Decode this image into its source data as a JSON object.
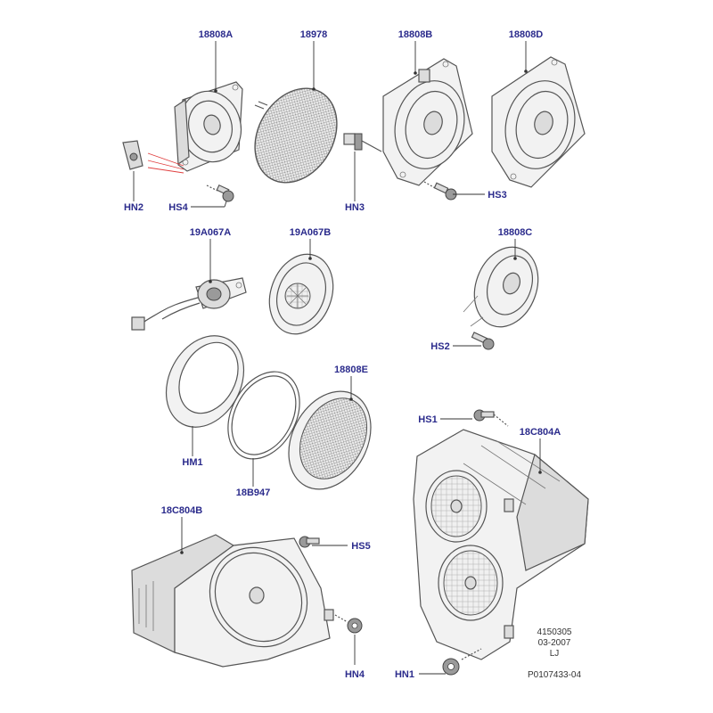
{
  "labels": {
    "p18808A": "18808A",
    "p18978": "18978",
    "p18808B": "18808B",
    "p18808D": "18808D",
    "HN2": "HN2",
    "HS4": "HS4",
    "HN3": "HN3",
    "HS3": "HS3",
    "p19A067A": "19A067A",
    "p19A067B": "19A067B",
    "p18808C": "18808C",
    "HS2": "HS2",
    "HM1": "HM1",
    "p18B947": "18B947",
    "p18808E": "18808E",
    "HS1": "HS1",
    "p18C804A": "18C804A",
    "p18C804B": "18C804B",
    "HS5": "HS5",
    "HN4": "HN4",
    "HN1": "HN1"
  },
  "footer": {
    "line1": "4150305",
    "line2": "03-2007",
    "line3": "LJ",
    "line4": "P0107433-04"
  },
  "colors": {
    "label": "#2b2b8c",
    "line": "#555555",
    "accent_leader": "#e04040"
  }
}
